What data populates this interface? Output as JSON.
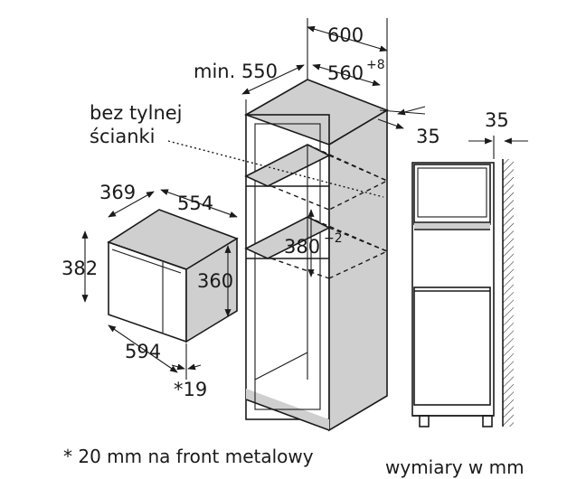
{
  "labels": {
    "width_600": "600",
    "min_550": "min. 550",
    "width_560": "560",
    "tol_560": "+8",
    "depth_35": "35",
    "side_35": "35",
    "no_back_line1": "bez tylnej",
    "no_back_line2": "ścianki",
    "dim_369": "369",
    "dim_554": "554",
    "dim_382": "382",
    "dim_360": "360",
    "dim_380": "380",
    "tol_380": "+2",
    "dim_594": "594",
    "dim_19": "*19"
  },
  "notes": {
    "footnote": "* 20 mm na front metalowy",
    "units": "wymiary w mm"
  },
  "icons": {
    "arrowheads": "arrow-icon",
    "wall_hatch": "wall-hatch-icon"
  }
}
